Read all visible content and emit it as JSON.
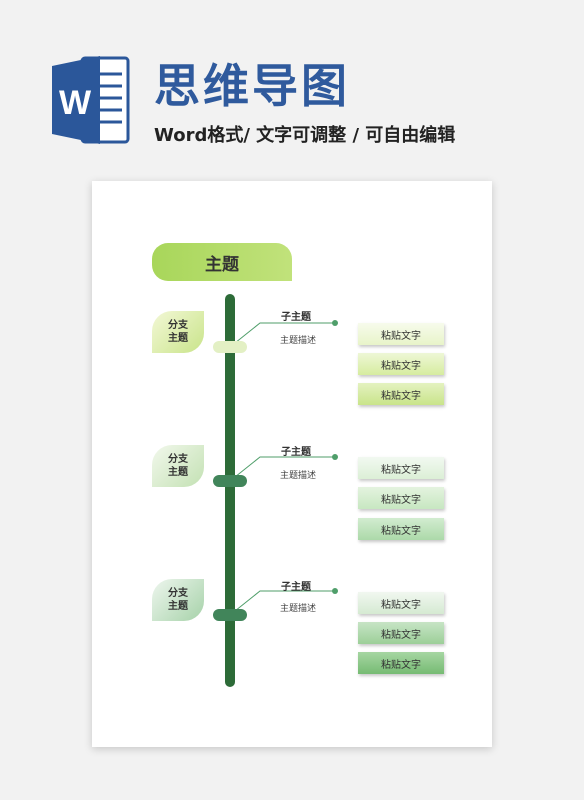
{
  "header": {
    "logo_letter": "W",
    "title": "思维导图",
    "subtitle": "Word格式/ 文字可调整 / 可自由编辑"
  },
  "mindmap": {
    "main_topic": "主题",
    "branches": [
      {
        "label_line1": "分支",
        "label_line2": "主题",
        "subtopic": "子主题",
        "description": "主题描述",
        "leaves": [
          "粘贴文字",
          "粘贴文字",
          "粘贴文字"
        ]
      },
      {
        "label_line1": "分支",
        "label_line2": "主题",
        "subtopic": "子主题",
        "description": "主题描述",
        "leaves": [
          "粘贴文字",
          "粘贴文字",
          "粘贴文字"
        ]
      },
      {
        "label_line1": "分支",
        "label_line2": "主题",
        "subtopic": "子主题",
        "description": "主题描述",
        "leaves": [
          "粘贴文字",
          "粘贴文字",
          "粘贴文字"
        ]
      }
    ]
  },
  "colors": {
    "title_blue": "#2f5a9d",
    "word_blue": "#2b579a",
    "trunk_green": "#2d6b38",
    "accent_lime": "#a8d65a",
    "connector_green": "#4f9e6a"
  },
  "icons": {
    "logo": "microsoft-word-icon"
  }
}
